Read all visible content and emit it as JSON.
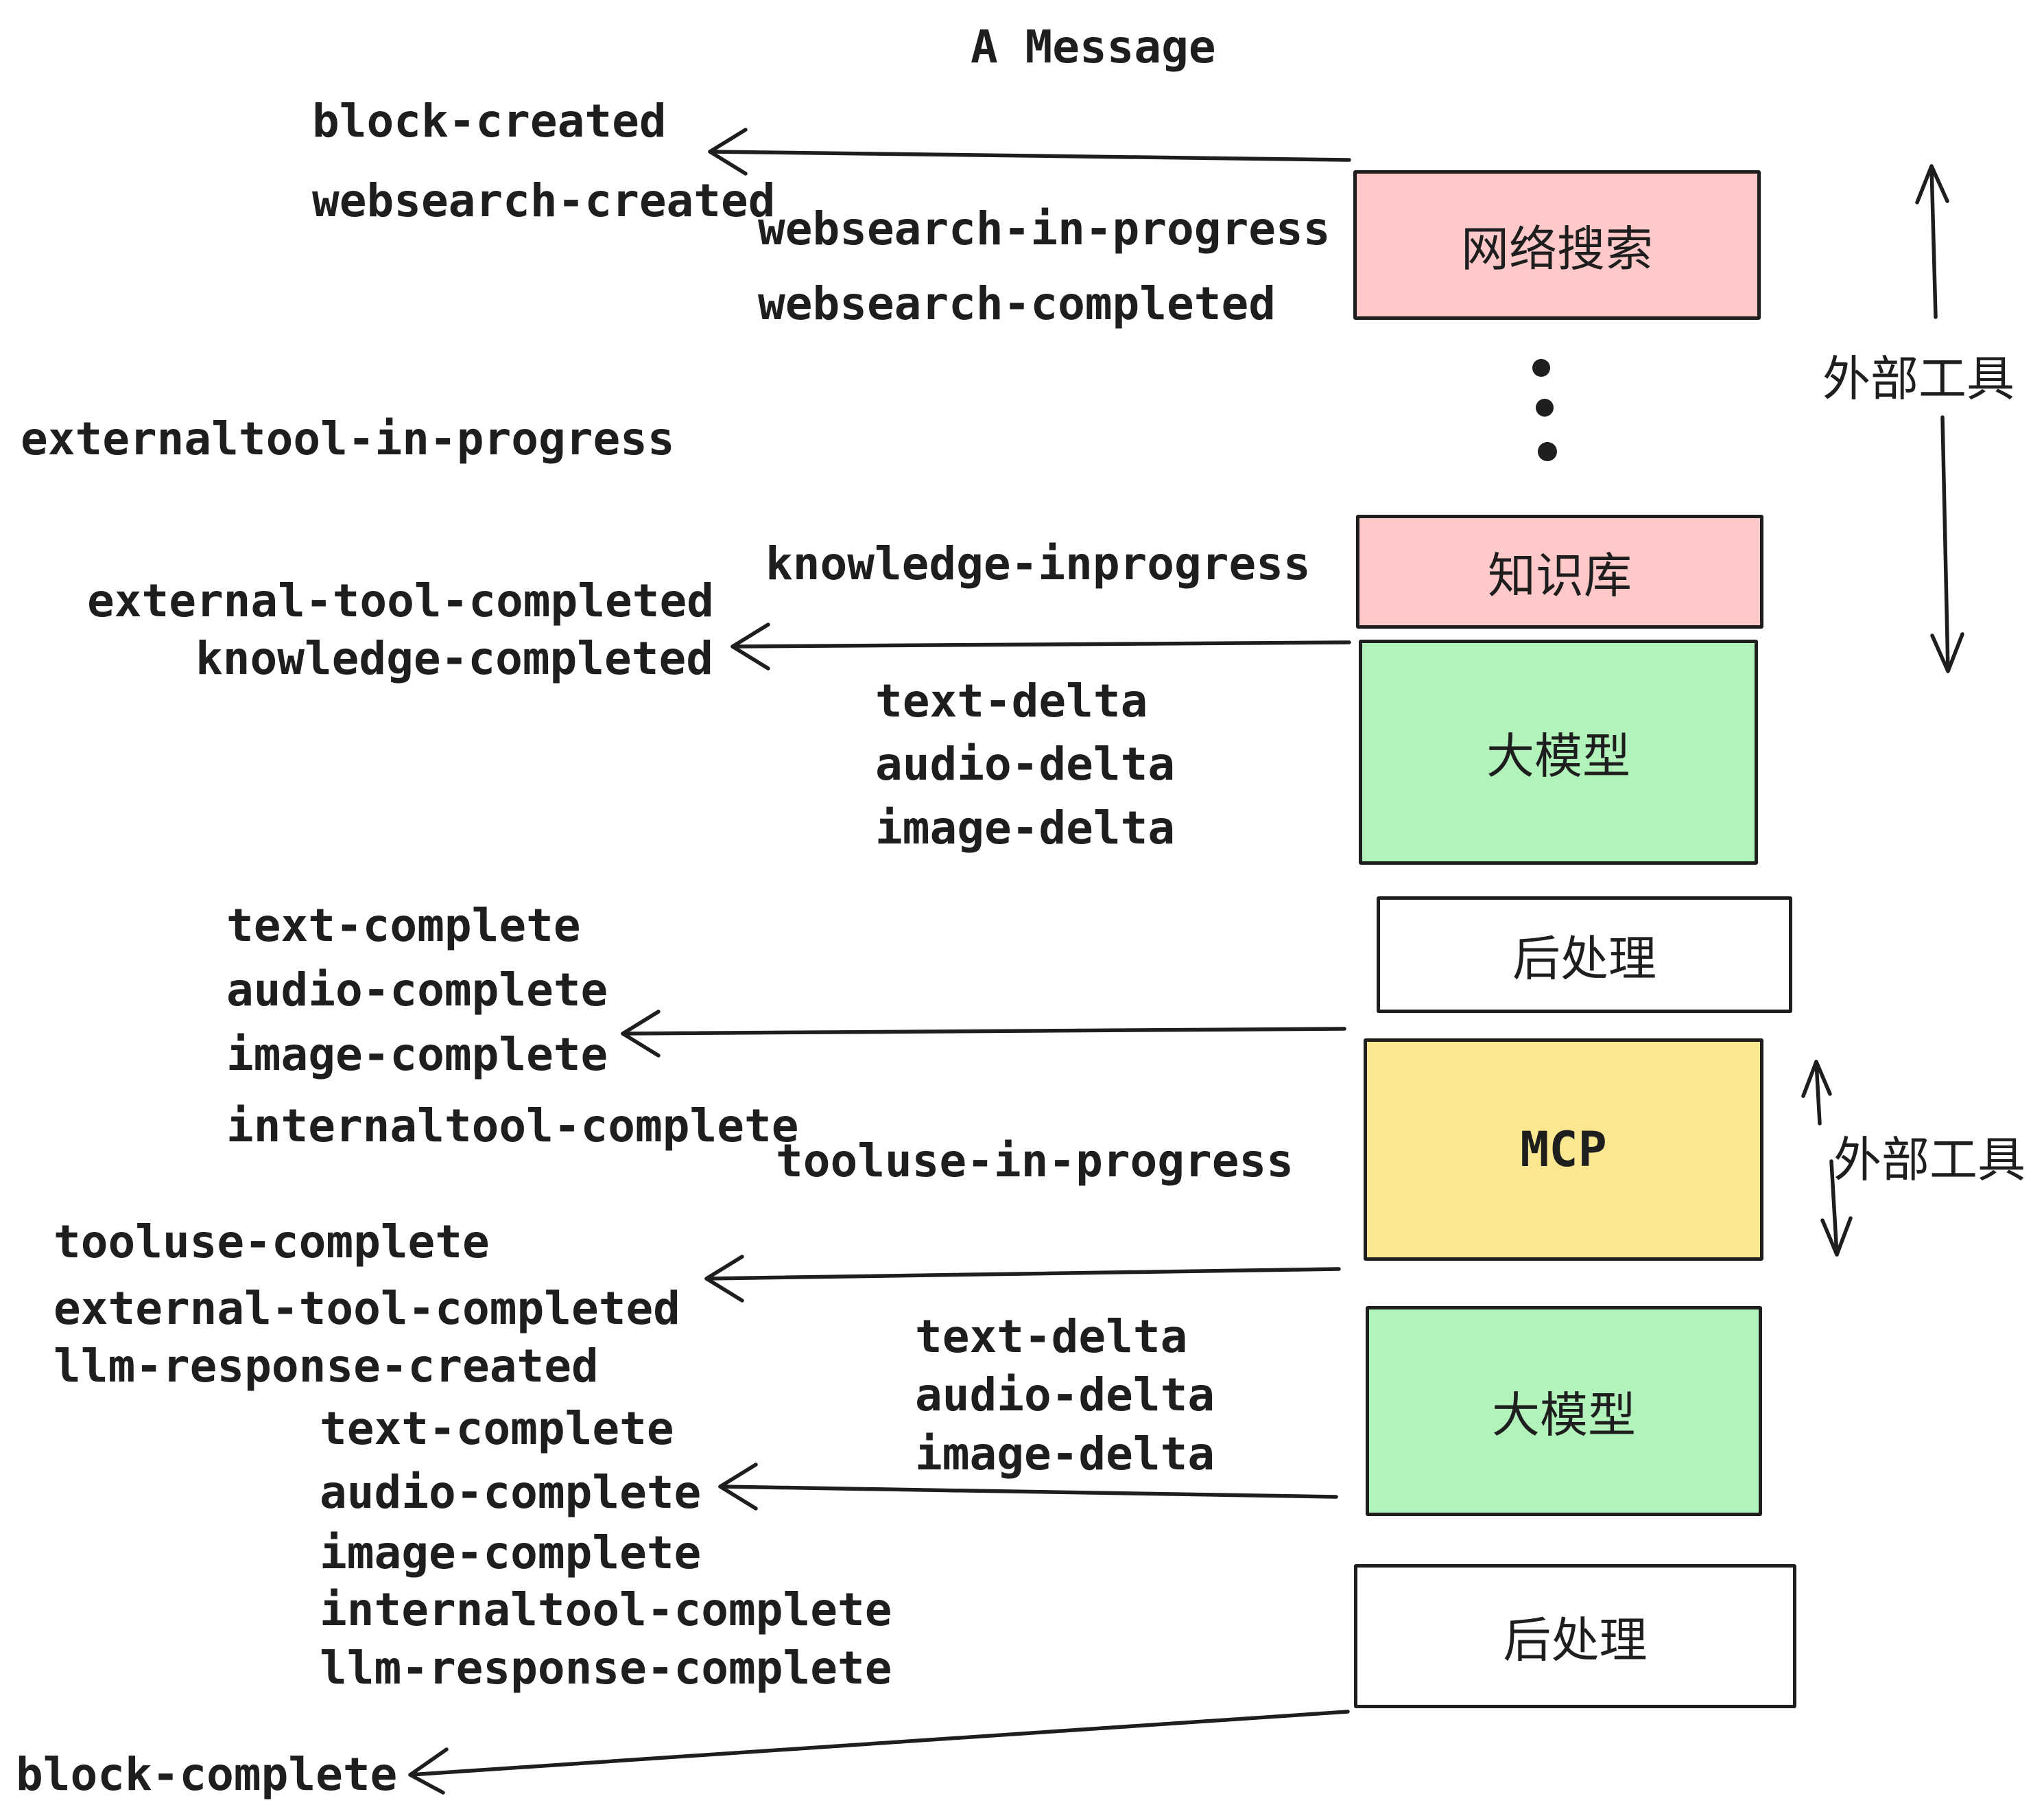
{
  "title": "A Message",
  "colors": {
    "box_pink": "#ffc9c9",
    "box_green": "#b2f2bb",
    "box_yellow": "#fae78f",
    "box_white": "#ffffff",
    "stroke": "#1e1e1e",
    "background": "#ffffff"
  },
  "boxes": {
    "websearch": "网络搜索",
    "knowledge": "知识库",
    "llm1": "大模型",
    "post1": "后处理",
    "mcp": "MCP",
    "llm2": "大模型",
    "post2": "后处理"
  },
  "side": {
    "top": "外部工具",
    "mcp": "外部工具"
  },
  "events": {
    "block_created": "block-created",
    "websearch_created": "websearch-created",
    "websearch_in_progress": "websearch-in-progress",
    "websearch_completed": "websearch-completed",
    "externaltool_in_progress": "externaltool-in-progress",
    "external_tool_completed_1": "external-tool-completed",
    "knowledge_inprogress": "knowledge-inprogress",
    "knowledge_completed": "knowledge-completed",
    "text_delta_1": "text-delta",
    "audio_delta_1": "audio-delta",
    "image_delta_1": "image-delta",
    "text_complete_1": "text-complete",
    "audio_complete_1": "audio-complete",
    "image_complete_1": "image-complete",
    "internaltool_complete_1": "internaltool-complete",
    "tooluse_in_progress": "tooluse-in-progress",
    "tooluse_complete": "tooluse-complete",
    "external_tool_completed_2": "external-tool-completed",
    "llm_response_created": "llm-response-created",
    "text_complete_2": "text-complete",
    "audio_complete_2": "audio-complete",
    "image_complete_2": "image-complete",
    "internaltool_complete_2": "internaltool-complete",
    "llm_response_complete": "llm-response-complete",
    "text_delta_2": "text-delta",
    "audio_delta_2": "audio-delta",
    "image_delta_2": "image-delta",
    "block_complete": "block-complete"
  }
}
